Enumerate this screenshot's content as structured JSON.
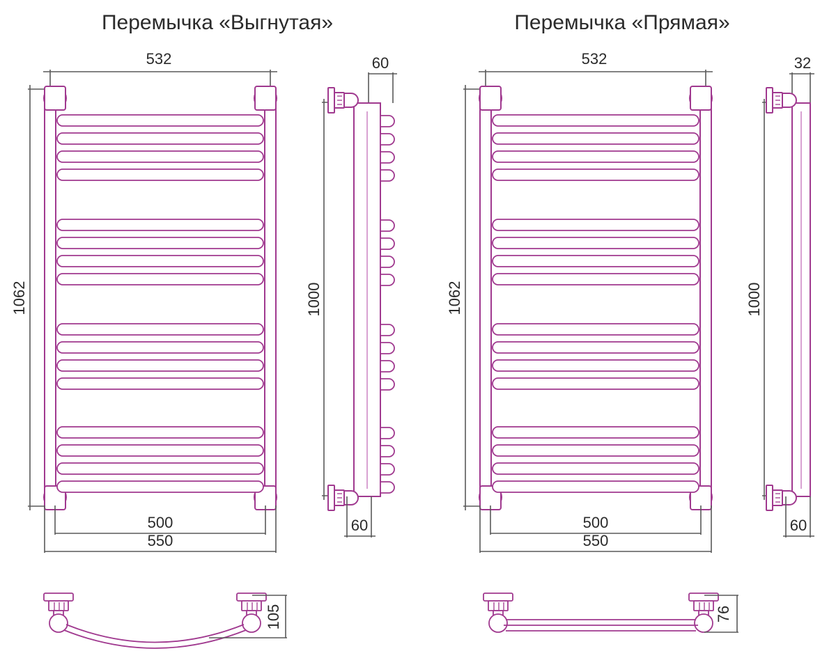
{
  "page": {
    "background_color": "#ffffff",
    "line_color": "#A0398F",
    "line_color_light": "#C77BBE",
    "dim_color": "#595959",
    "text_color": "#2b2b2b"
  },
  "titles": {
    "left": "Перемычка «Выгнутая»",
    "right": "Перемычка «Прямая»"
  },
  "views": {
    "left_front": {
      "name": "front-view-curved",
      "width_dim": "532",
      "height_dim": "1062",
      "mount_dim_inner": "500",
      "mount_dim_outer": "550"
    },
    "left_side": {
      "name": "side-view-curved",
      "top_dim": "60",
      "height_dim": "1000",
      "bottom_dim": "60"
    },
    "right_front": {
      "name": "front-view-straight",
      "width_dim": "532",
      "height_dim": "1062",
      "mount_dim_inner": "500",
      "mount_dim_outer": "550"
    },
    "right_side": {
      "name": "side-view-straight",
      "top_dim": "32",
      "height_dim": "1000",
      "bottom_dim": "60"
    },
    "left_top": {
      "name": "top-view-curved",
      "depth_dim": "105"
    },
    "right_top": {
      "name": "top-view-straight",
      "depth_dim": "76"
    }
  },
  "dimensions": {
    "d532a": "532",
    "d532b": "532",
    "d1062a": "1062",
    "d1062b": "1062",
    "d500a": "500",
    "d500b": "500",
    "d550a": "550",
    "d550b": "550",
    "d60_top": "60",
    "d60_bottom": "60",
    "d1000a": "1000",
    "d1000b": "1000",
    "d32": "32",
    "d60b_bottom": "60",
    "d105": "105",
    "d76": "76"
  }
}
